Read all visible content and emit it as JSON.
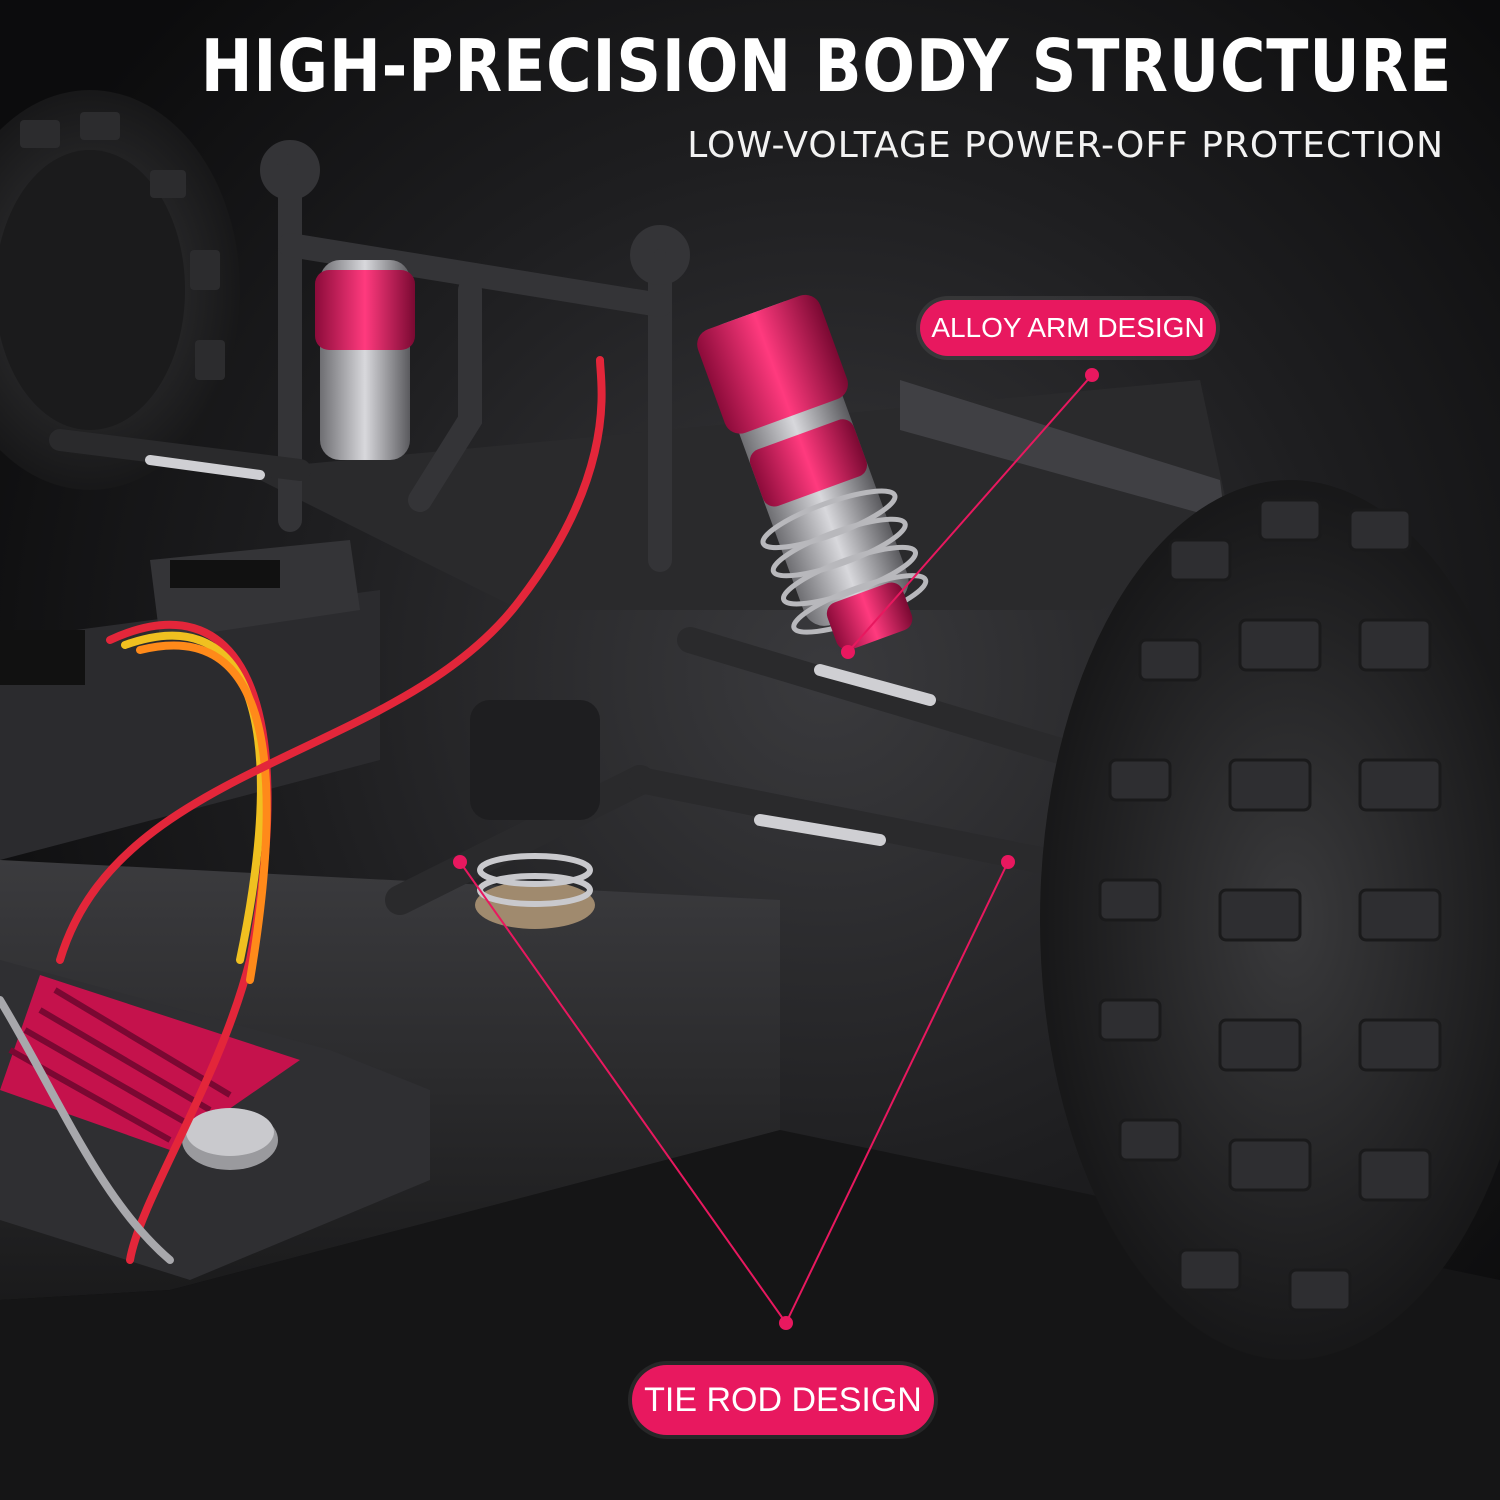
{
  "header": {
    "title": "HIGH-PRECISION BODY STRUCTURE",
    "subtitle": "LOW-VOLTAGE POWER-OFF PROTECTION"
  },
  "callouts": {
    "alloy_arm": "ALLOY ARM DESIGN",
    "tie_rod": "TIE ROD DESIGN"
  },
  "colors": {
    "accent": "#e8185f",
    "background": "#1c1c1e",
    "text": "#ffffff"
  },
  "icons": {
    "car": "rc-car-chassis-photo"
  }
}
